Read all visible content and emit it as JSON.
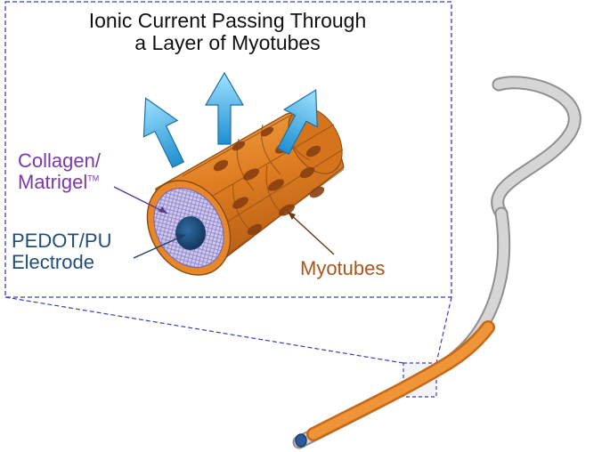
{
  "title": {
    "line1": "Ionic Current Passing Through",
    "line2": "a Layer of Myotubes"
  },
  "labels": {
    "collagen_line1": "Collagen/",
    "collagen_line2": "Matrigel",
    "collagen_trademark": "TM",
    "electrode_line1": "PEDOT/PU",
    "electrode_line2": "Electrode",
    "myotubes": "Myotubes"
  },
  "colors": {
    "callout_border": "#3b3bbf",
    "myotube_orange": "#e8862a",
    "arrow_blue": "#3fb6ea",
    "electrode_blue": "#1f4e79",
    "collagen_purple": "#7b3aa8",
    "myotubes_text": "#a8561b",
    "wire_gray": "#bdbdbd"
  },
  "icons": [
    "ionic-current-arrow-icon",
    "electrode-core-icon"
  ]
}
